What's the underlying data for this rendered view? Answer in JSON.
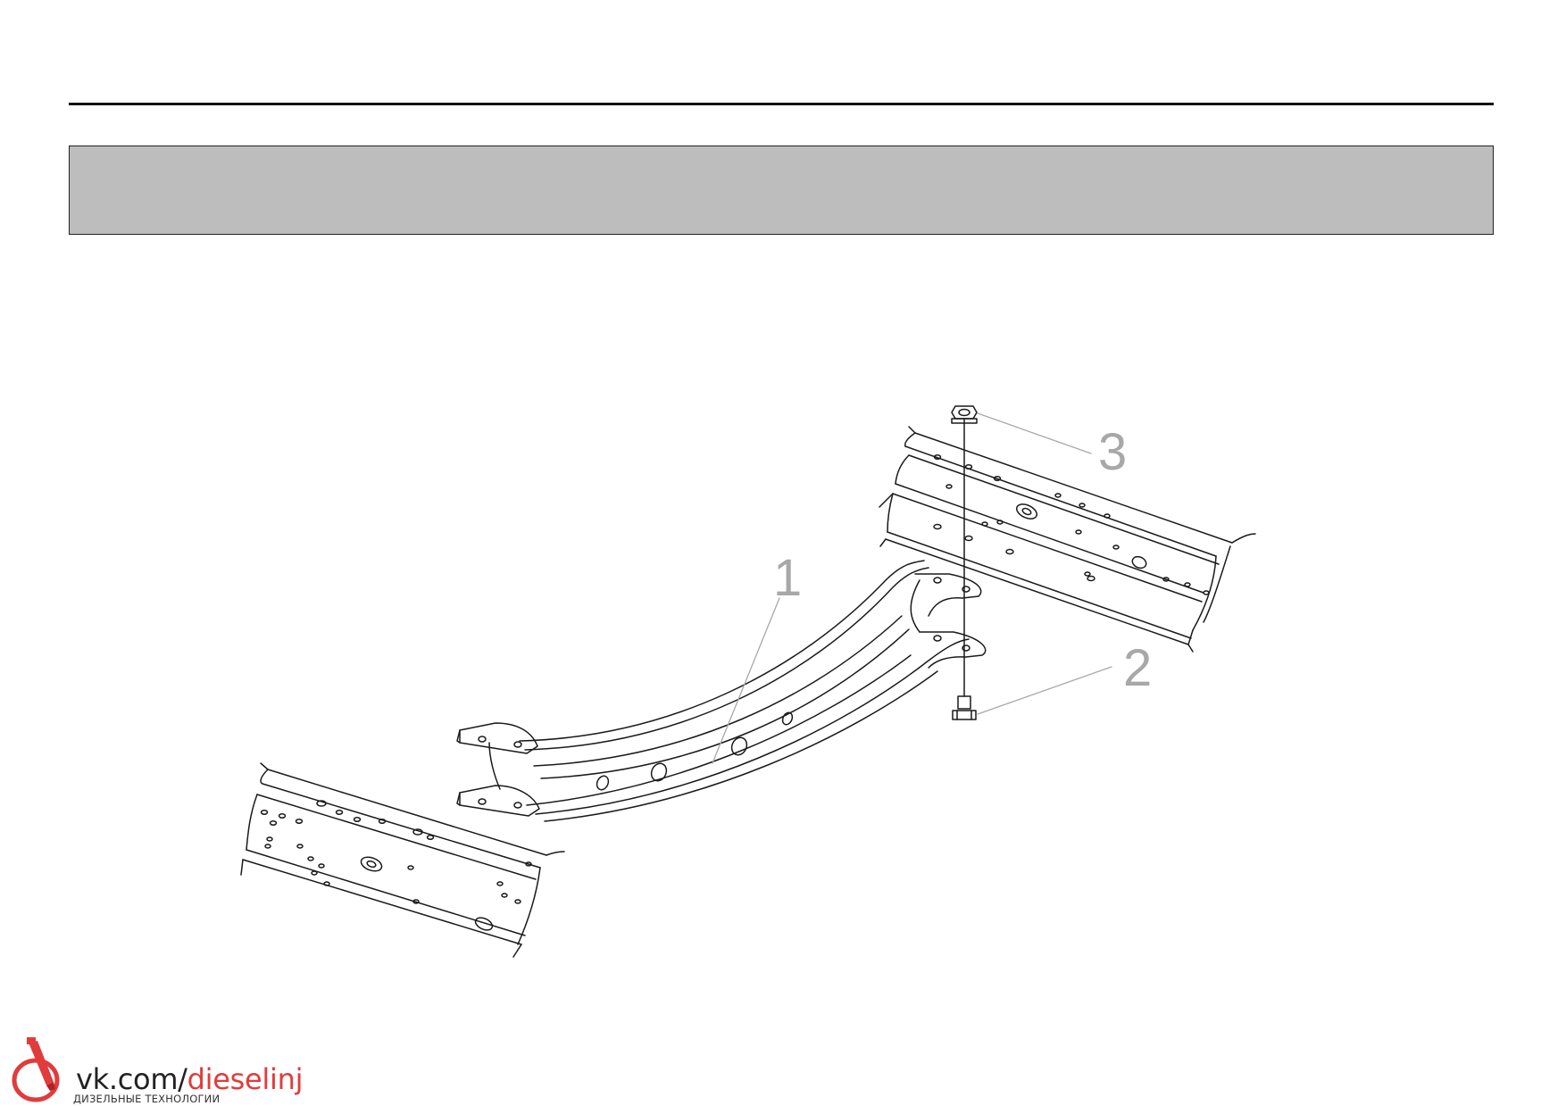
{
  "colors": {
    "band_fill": "#bdbdbd",
    "line": "#1a1a1a",
    "callout": "#a8a8a8",
    "watermark_accent": "#e23b3b"
  },
  "callouts": {
    "part_1": "1",
    "part_2": "2",
    "part_3": "3"
  },
  "watermark": {
    "domain_prefix": "vk.com/",
    "domain_name": "dieselinj",
    "subtitle": "ДИЗЕЛЬНЫЕ ТЕХНОЛОГИИ",
    "icon": "fuel-injector-icon"
  }
}
